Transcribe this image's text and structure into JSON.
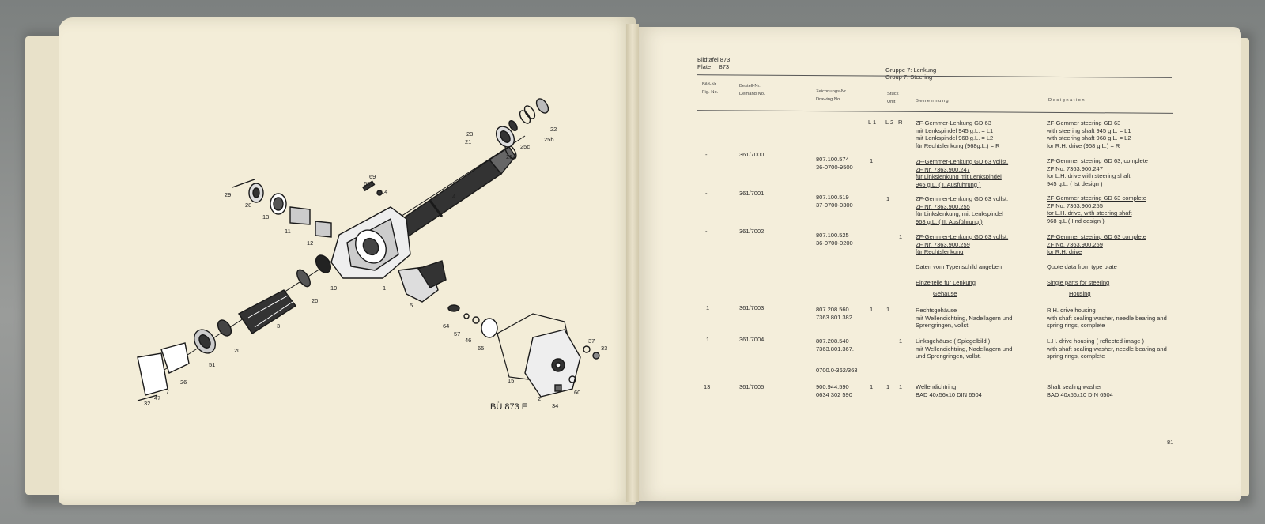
{
  "left_page": {
    "caption": "BÜ 873 E",
    "callouts": [
      "29",
      "28",
      "13",
      "11",
      "12",
      "69",
      "68",
      "14",
      "4",
      "23",
      "22",
      "25b",
      "25c",
      "25a",
      "21",
      "19",
      "1",
      "5",
      "20",
      "3",
      "20",
      "51",
      "26",
      "7",
      "47",
      "32",
      "64",
      "57",
      "46",
      "65",
      "15",
      "2",
      "34",
      "60",
      "37",
      "33"
    ]
  },
  "right_page": {
    "plate": {
      "de_label": "Bildtafel",
      "de_num": "873",
      "en_label": "Plate",
      "en_num": "873"
    },
    "group": {
      "de": "Gruppe 7: Lenkung",
      "en": "Group  7: Steering"
    },
    "columns": {
      "fig_de": "Bild-Nr.",
      "fig_en": "Fig. No.",
      "order_de": "Bestell-Nr.",
      "order_en": "Demand No.",
      "drawing_de": "Zeichnungs-Nr.",
      "drawing_en": "Drawing No.",
      "qty_de": "Stück",
      "qty_en": "Unit",
      "name_de": "Benennung",
      "name_en": "Designation"
    },
    "unit_heads": [
      "L 1",
      "L 2",
      "R"
    ],
    "intro": {
      "de": [
        "ZF-Gemmer-Lenkung GD 63",
        "mit Lenkspindel 945 g.L. = L1",
        "mit Lenkspindel 968 g.L. = L2",
        "für Rechtslenkung (968g.L.) = R"
      ],
      "en": [
        "ZF-Gemmer steering GD 63",
        "with steering shaft 945 g.L. = L1",
        "with steering shaft 968 g.L. = L2",
        "for R.H. drive (968 g.L.) = R"
      ]
    },
    "rows": [
      {
        "fig": "-",
        "order": "361/7000",
        "drawing": [
          "807.100.574",
          "36-0700-9500"
        ],
        "l1": "1",
        "l2": "",
        "r": "",
        "de": [
          "ZF-Gemmer-Lenkung GD 63 vollst.",
          "ZF Nr. 7363.900.247",
          "für Linkslenkung mit Lenkspindel",
          "945 g.L. ( I. Ausführung )"
        ],
        "en": [
          "ZF-Gemmer steering GD 63, complete",
          "ZF No. 7363.900.247",
          "for L.H. drive with steering shaft",
          "945 g.L. ( Ist design )"
        ]
      },
      {
        "fig": "-",
        "order": "361/7001",
        "drawing": [
          "807.100.519",
          "37-0700-0300"
        ],
        "l1": "",
        "l2": "1",
        "r": "",
        "de": [
          "ZF-Gemmer-Lenkung GD 63 vollst.",
          "ZF Nr. 7363.900.255",
          "für Linkslenkung, mit Lenkspindel",
          "968 g.L. ( II. Ausführung )"
        ],
        "en": [
          "ZF-Gemmer steering GD 63 complete",
          "ZF No. 7363.900.255",
          "for L.H. drive, with steering shaft",
          "968 g.L ( IInd design )"
        ]
      },
      {
        "fig": "-",
        "order": "361/7002",
        "drawing": [
          "807.100.525",
          "36-0700-0200"
        ],
        "l1": "",
        "l2": "",
        "r": "1",
        "de": [
          "ZF-Gemmer-Lenkung GD 63 vollst.",
          "ZF Nr. 7363.900.259",
          "für Rechtslenkung"
        ],
        "en": [
          "ZF-Gemmer steering GD 63 complete",
          "ZF No. 7363.900.259",
          "for R.H. drive"
        ]
      }
    ],
    "notes": {
      "type_plate_de": "Daten vom Typenschild angeben",
      "type_plate_en": "Quote data from type plate",
      "single_de": "Einzelteile für Lenkung",
      "single_en": "Single parts for steering",
      "housing_de": "Gehäuse",
      "housing_en": "Housing"
    },
    "rows2": [
      {
        "fig": "1",
        "order": "361/7003",
        "drawing": [
          "807.208.560",
          "7363.801.382."
        ],
        "l1": "1",
        "l2": "1",
        "r": "",
        "de": [
          "Rechtsgehäuse",
          "mit Wellendichtring, Nadellagern und",
          "Sprengringen, vollst."
        ],
        "en": [
          "R.H. drive housing",
          "with shaft sealing washer, needle bearing and",
          "spring rings, complete"
        ]
      },
      {
        "fig": "1",
        "order": "361/7004",
        "drawing": [
          "807.208.540",
          "7363.801.367."
        ],
        "l1": "",
        "l2": "",
        "r": "1",
        "de": [
          "Linksgehäuse ( Spiegelbild )",
          "mit Wellendichtring, Nadellagern und",
          "und Sprengringen, vollst."
        ],
        "en": [
          "L.H. drive housing ( reflected image )",
          "with shaft sealing washer, needle bearing and",
          "spring rings, complete"
        ]
      }
    ],
    "extra_drawing": "0700.0-362/363",
    "rows3": [
      {
        "fig": "13",
        "order": "361/7005",
        "drawing": [
          "900.944.590",
          "0634 302 590"
        ],
        "l1": "1",
        "l2": "1",
        "r": "1",
        "de": [
          "Wellendichtring",
          "BAD 40x56x10 DIN 6504"
        ],
        "en": [
          "Shaft sealing washer",
          "BAD 40x56x10 DIN 6504"
        ]
      }
    ],
    "page_number": "81"
  }
}
